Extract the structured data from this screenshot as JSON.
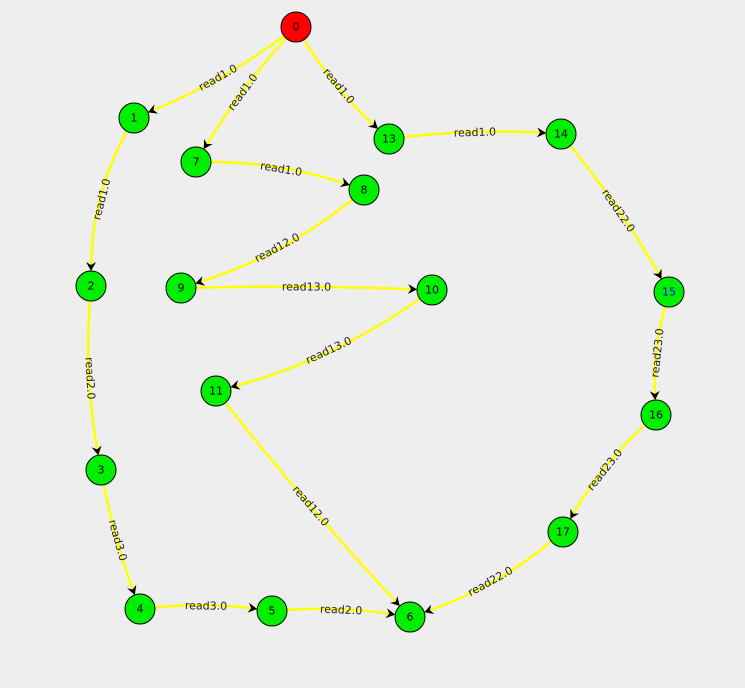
{
  "colors": {
    "background": "#eeeeee",
    "edge": "#ffff00",
    "start_node": "#ff0000",
    "node": "#00ee00",
    "node_label": "#000000",
    "highlight_label": "#0000ff",
    "arrow": "#000000"
  },
  "nodes": [
    {
      "id": "0",
      "label": "0",
      "kind": "start"
    },
    {
      "id": "1",
      "label": "1"
    },
    {
      "id": "2",
      "label": "2"
    },
    {
      "id": "3",
      "label": "3"
    },
    {
      "id": "4",
      "label": "4"
    },
    {
      "id": "5",
      "label": "5"
    },
    {
      "id": "6",
      "label": "6"
    },
    {
      "id": "7",
      "label": "7"
    },
    {
      "id": "8",
      "label": "8"
    },
    {
      "id": "9",
      "label": "9"
    },
    {
      "id": "10",
      "label": "10"
    },
    {
      "id": "11",
      "label": "11"
    },
    {
      "id": "13",
      "label": "13"
    },
    {
      "id": "14",
      "label": "14"
    },
    {
      "id": "15",
      "label": "15",
      "highlight": true
    },
    {
      "id": "16",
      "label": "16"
    },
    {
      "id": "17",
      "label": "17"
    }
  ],
  "edges": [
    {
      "from": "0",
      "to": "1",
      "label": "read1.0"
    },
    {
      "from": "0",
      "to": "7",
      "label": "read1.0"
    },
    {
      "from": "0",
      "to": "13",
      "label": "read1.0"
    },
    {
      "from": "1",
      "to": "2",
      "label": "read1.0"
    },
    {
      "from": "2",
      "to": "3",
      "label": "read2.0"
    },
    {
      "from": "3",
      "to": "4",
      "label": "read3.0"
    },
    {
      "from": "4",
      "to": "5",
      "label": "read3.0"
    },
    {
      "from": "5",
      "to": "6",
      "label": "read2.0"
    },
    {
      "from": "7",
      "to": "8",
      "label": "read1.0"
    },
    {
      "from": "8",
      "to": "9",
      "label": "read12.0"
    },
    {
      "from": "9",
      "to": "10",
      "label": "read13.0"
    },
    {
      "from": "10",
      "to": "11",
      "label": "read13.0"
    },
    {
      "from": "11",
      "to": "6",
      "label": "read12.0"
    },
    {
      "from": "13",
      "to": "14",
      "label": "read1.0"
    },
    {
      "from": "14",
      "to": "15",
      "label": "read22.0"
    },
    {
      "from": "15",
      "to": "16",
      "label": "read23.0"
    },
    {
      "from": "16",
      "to": "17",
      "label": "read23.0"
    },
    {
      "from": "17",
      "to": "6",
      "label": "read22.0"
    }
  ]
}
